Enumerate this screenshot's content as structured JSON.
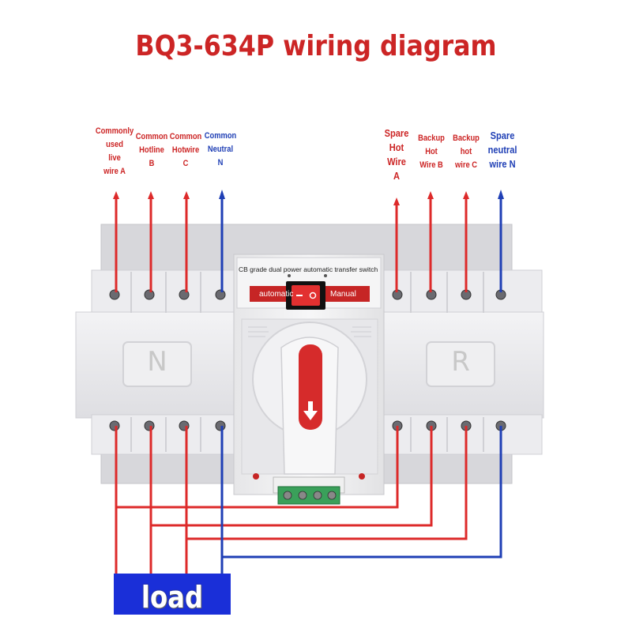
{
  "title": "BQ3-634P wiring diagram",
  "labels": {
    "common_live_a": "Commonly\nused\nlive\nwire A",
    "common_hotline_b": "Common\nHotline\nB",
    "common_hotwire_c": "Common\nHotwire\nC",
    "common_neutral_n": "Common\nNeutral\nN",
    "spare_hot_a": "Spare\nHot\nWire\nA",
    "backup_hot_b": "Backup\nHot\nWire B",
    "backup_hot_c": "Backup\nhot\nwire C",
    "spare_neutral_n": "Spare\nneutral\nwire N"
  },
  "device": {
    "header": "CB grade dual power automatic transfer switch",
    "switch_left": "automatic",
    "switch_right": "Manual",
    "plate_left": "N",
    "plate_right": "R"
  },
  "load": "load",
  "colors": {
    "live": "#dd2a2a",
    "neutral": "#1f3fb5",
    "title": "#cc2525",
    "load_box": "#1a2fd8"
  }
}
